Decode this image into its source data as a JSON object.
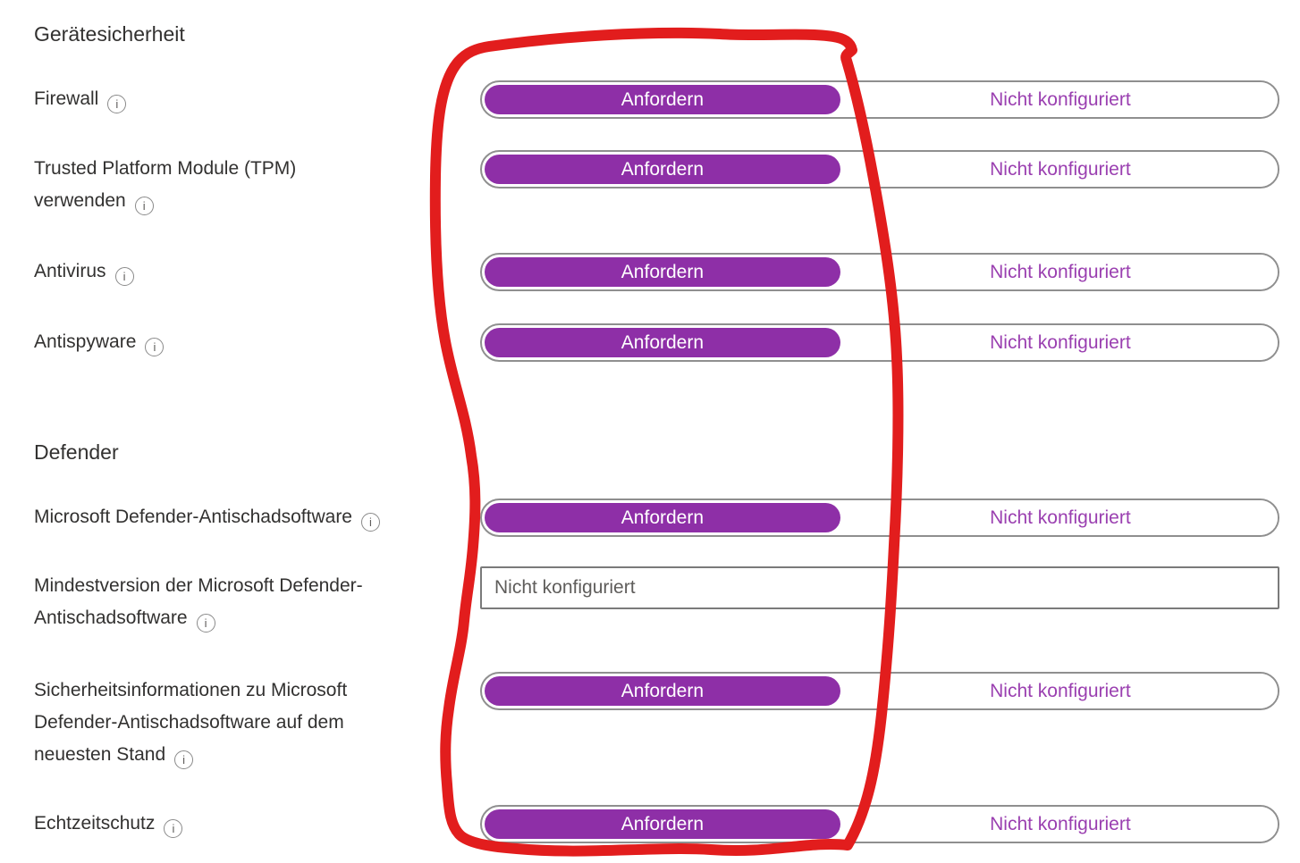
{
  "headings": {
    "device_security": "Gerätesicherheit",
    "defender": "Defender"
  },
  "icons": {
    "info": "i"
  },
  "rows": [
    {
      "label": "Firewall",
      "type": "toggle",
      "selected_option": "Anfordern",
      "other_option": "Nicht konfiguriert"
    },
    {
      "label": "Trusted Platform Module (TPM)\nverwenden",
      "type": "toggle",
      "selected_option": "Anfordern",
      "other_option": "Nicht konfiguriert"
    },
    {
      "label": "Antivirus",
      "type": "toggle",
      "selected_option": "Anfordern",
      "other_option": "Nicht konfiguriert"
    },
    {
      "label": "Antispyware",
      "type": "toggle",
      "selected_option": "Anfordern",
      "other_option": "Nicht konfiguriert"
    },
    {
      "label": "Microsoft Defender-Antischadsoftware",
      "type": "toggle",
      "selected_option": "Anfordern",
      "other_option": "Nicht konfiguriert"
    },
    {
      "label": "Mindestversion der Microsoft Defender-\nAntischadsoftware",
      "type": "text-input",
      "input_value": "",
      "input_placeholder": "Nicht konfiguriert"
    },
    {
      "label": "Sicherheitsinformationen zu Microsoft\nDefender-Antischadsoftware auf dem\nneuesten Stand",
      "type": "toggle",
      "selected_option": "Anfordern",
      "other_option": "Nicht konfiguriert"
    },
    {
      "label": "Echtzeitschutz",
      "type": "toggle",
      "selected_option": "Anfordern",
      "other_option": "Nicht konfiguriert"
    }
  ],
  "annotation": {
    "description": "hand-drawn red loop circling the Anfordern button column",
    "color": "#e21d1d"
  }
}
